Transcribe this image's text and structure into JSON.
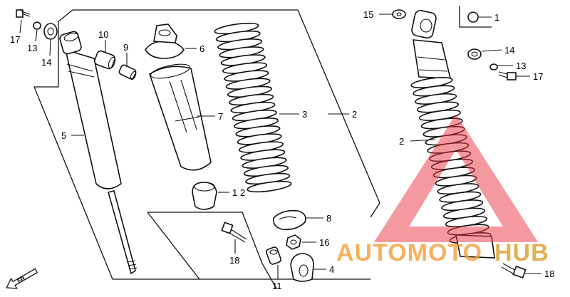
{
  "diagram": {
    "callouts": {
      "c1": "1",
      "c2a": "2",
      "c2b": "2",
      "c3": "3",
      "c4": "4",
      "c5": "5",
      "c6": "6",
      "c7": "7",
      "c8": "8",
      "c9": "9",
      "c10": "10",
      "c11": "11",
      "c12": "1 2",
      "c13a": "13",
      "c13b": "13",
      "c14a": "14",
      "c14b": "14",
      "c15": "15",
      "c16": "16",
      "c17a": "17",
      "c17b": "17",
      "c18a": "18",
      "c18b": "18"
    },
    "direction_label": "FR."
  },
  "watermark": {
    "brand_part1": "AUTOMOTO",
    "brand_part2": "HUB",
    "colors": {
      "primary": "#f39a2b",
      "secondary": "#d9a02a",
      "triangle": "#e8323c"
    }
  }
}
